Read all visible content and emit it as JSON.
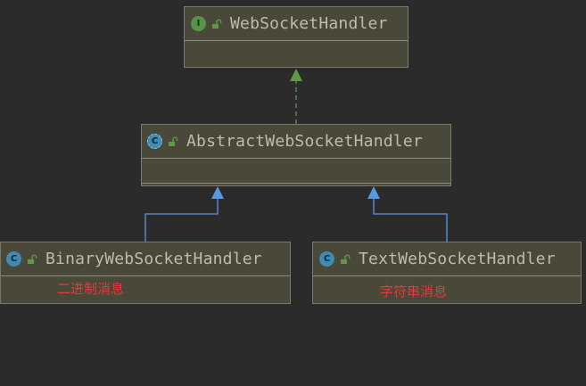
{
  "nodes": {
    "websocket_handler": {
      "icon_letter": "I",
      "title": "WebSocketHandler"
    },
    "abstract_handler": {
      "icon_letter": "C",
      "title": "AbstractWebSocketHandler"
    },
    "binary_handler": {
      "icon_letter": "C",
      "title": "BinaryWebSocketHandler",
      "note": "二进制消息"
    },
    "text_handler": {
      "icon_letter": "C",
      "title": "TextWebSocketHandler",
      "note": "字符串消息"
    }
  },
  "colors": {
    "background": "#2b2b2b",
    "node_fill": "#4a4838",
    "implements_arrow": "#5e9a48",
    "extends_arrow": "#5a98e0",
    "note_text": "#e63a3a"
  }
}
